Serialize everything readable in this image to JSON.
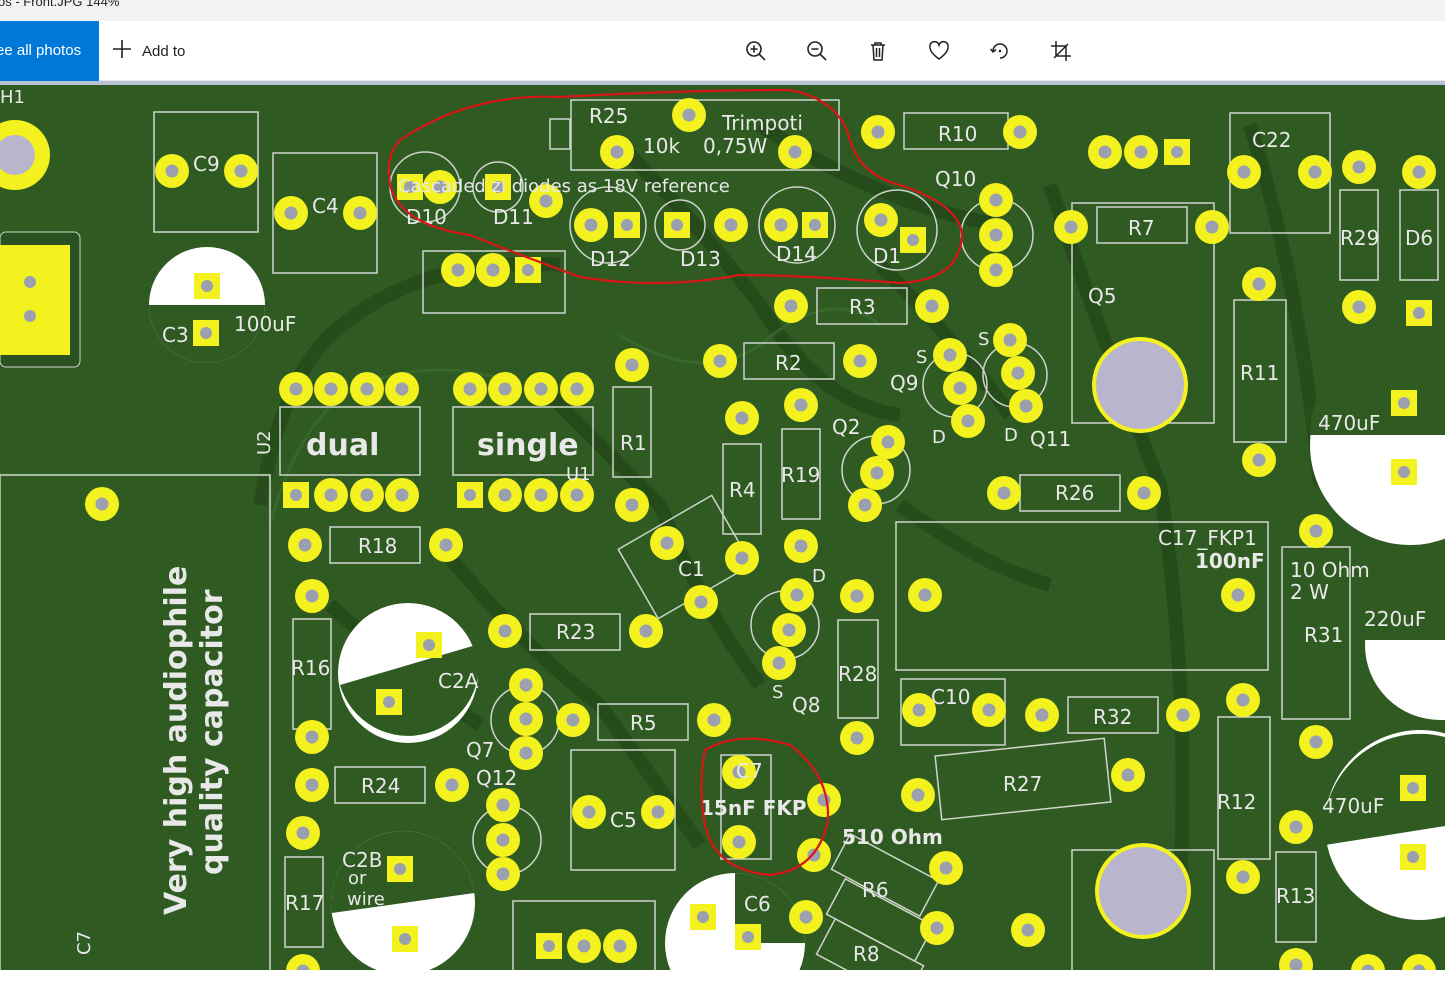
{
  "window": {
    "title": "os - Front.JPG   144%"
  },
  "toolbar": {
    "see_all_label": "ee all photos",
    "add_to_label": "Add to",
    "icons": [
      "zoom-in-icon",
      "zoom-out-icon",
      "delete-icon",
      "heart-icon",
      "rotate-icon",
      "crop-icon"
    ]
  },
  "colors": {
    "accent": "#0078d7",
    "board": "#2f5a22",
    "pad": "#f3f11e",
    "annotation": "#d91616"
  },
  "board": {
    "components": {
      "r25": "R25",
      "trimpoti": "Trimpoti",
      "tenk": "10k",
      "watt": "0,75W",
      "cascade": "Cascaded zi diodes as 18V reference",
      "r10": "R10",
      "c22": "C22",
      "c9": "C9",
      "c4": "C4",
      "d10": "D10",
      "d11": "D11",
      "d12": "D12",
      "d13": "D13",
      "d14": "D14",
      "d1": "D1",
      "q10": "Q10",
      "r7": "R7",
      "r29": "R29",
      "d6": "D6",
      "q5": "Q5",
      "r3": "R3",
      "c3": "C3",
      "c3_value": "100uF",
      "r2": "R2",
      "q9": "Q9",
      "q11": "Q11",
      "s1": "S",
      "s2": "S",
      "dpin1": "D",
      "dpin2": "D",
      "dpin3": "D",
      "spin3": "S",
      "r11": "R11",
      "cap470a": "470uF",
      "u2": "U2",
      "dual": "dual",
      "single": "single",
      "u1": "U1",
      "r1": "R1",
      "r4": "R4",
      "r19": "R19",
      "q2": "Q2",
      "r26": "R26",
      "h1": "H1",
      "r18": "R18",
      "c1": "C1",
      "c17": "C17_FKP1",
      "c17_value": "100nF",
      "r10ohm": "10 Ohm",
      "r2w": "2 W",
      "r31": "R31",
      "cap220": "220uF",
      "r16": "R16",
      "c2a": "C2A",
      "r23": "R23",
      "r28": "R28",
      "q8": "Q8",
      "c10": "C10",
      "r32": "R32",
      "q7": "Q7",
      "r5": "R5",
      "r24": "R24",
      "q12": "Q12",
      "c5": "C5",
      "c7_ref": "C7",
      "c7_value": "15nF FKP",
      "r510": "510 Ohm",
      "r27": "R27",
      "r12": "R12",
      "cap470b": "470uF",
      "r17": "R17",
      "c2b": "C2B",
      "or": "or",
      "wire": "wire",
      "c6": "C6",
      "r6": "R6",
      "r8": "R8",
      "r13": "R13",
      "cap_label1": "Very high audiophile",
      "cap_label2": "quality capacitor",
      "c7": "C7"
    }
  }
}
